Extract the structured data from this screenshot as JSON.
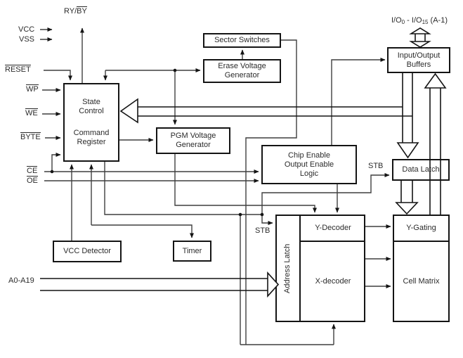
{
  "diagram": {
    "blocks": {
      "state_control": "State\nControl",
      "command_register": "Command\nRegister",
      "sector_switches": "Sector Switches",
      "erase_voltage_generator": "Erase Voltage\nGenerator",
      "pgm_voltage_generator": "PGM Voltage\nGenerator",
      "chip_enable_logic": "Chip Enable\nOutput Enable\nLogic",
      "io_buffers": "Input/Output\nBuffers",
      "data_latch": "Data Latch",
      "vcc_detector": "VCC Detector",
      "timer": "Timer",
      "address_latch": "Address Latch",
      "y_decoder": "Y-Decoder",
      "x_decoder": "X-decoder",
      "y_gating": "Y-Gating",
      "cell_matrix": "Cell Matrix"
    },
    "signals": {
      "vcc": "VCC",
      "vss": "VSS",
      "ry_by_prefix": "RY/",
      "ry_by_overline": "BY",
      "reset": "RESET",
      "wp": "WP",
      "we": "WE",
      "byte": "BYTE",
      "ce": "CE",
      "oe": "OE",
      "address_bus": "A0-A19",
      "stb": "STB",
      "io_part1": "I/O",
      "io_sub1": "0",
      "io_part2": " - I/O",
      "io_sub2": "15",
      "io_part3": " (A-1)"
    },
    "colors": {
      "background": "#ffffff",
      "wire": "#3f3f3f",
      "border": "#141414",
      "text": "#2b2b2b"
    }
  }
}
